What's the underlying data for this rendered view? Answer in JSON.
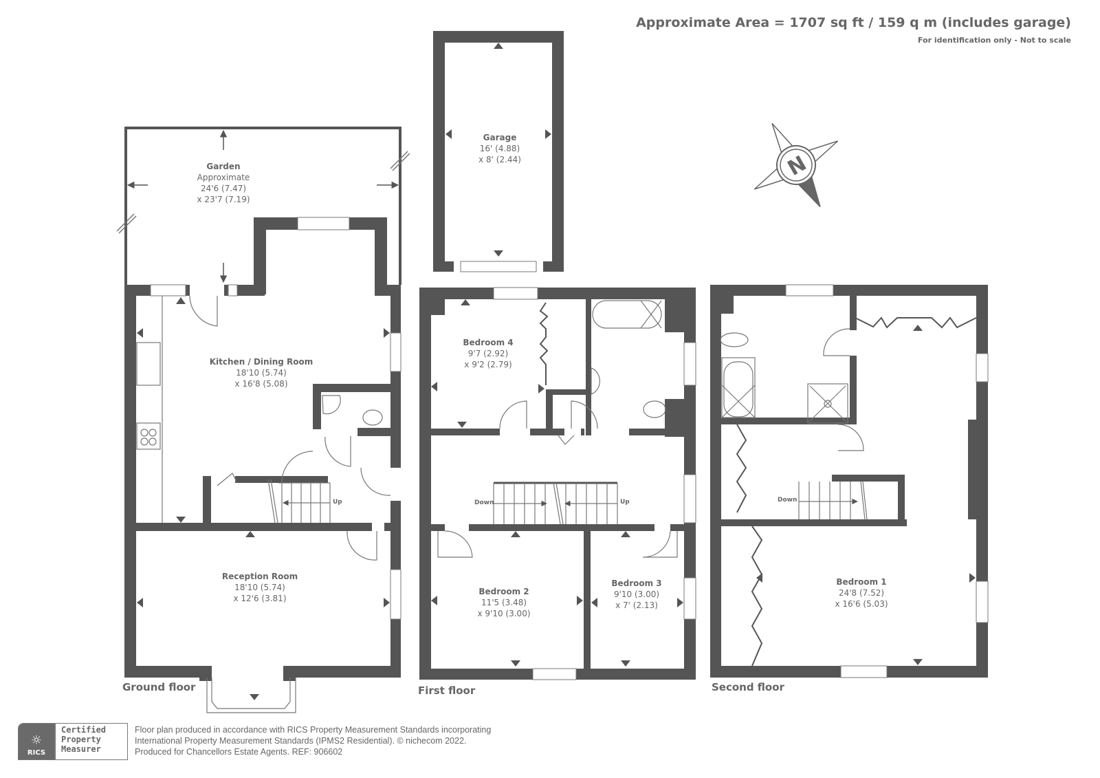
{
  "header": {
    "approx_area": "Approximate Area = 1707  sq ft / 159 q m (includes garage)",
    "disclaimer": "For identification only - Not to scale"
  },
  "compass": {
    "icon": "north-compass-icon",
    "letter": "N"
  },
  "floors": [
    {
      "label": "Ground floor"
    },
    {
      "label": "First floor"
    },
    {
      "label": "Second floor"
    }
  ],
  "rooms": {
    "garden": {
      "name": "Garden",
      "line1": "Approximate",
      "line2": "24'6 (7.47)",
      "line3": "x 23'7 (7.19)"
    },
    "garage": {
      "name": "Garage",
      "line1": "16' (4.88)",
      "line2": "x 8' (2.44)"
    },
    "kitchen": {
      "name": "Kitchen / Dining Room",
      "line1": "18'10 (5.74)",
      "line2": "x 16'8 (5.08)"
    },
    "reception": {
      "name": "Reception Room",
      "line1": "18'10 (5.74)",
      "line2": "x 12'6 (3.81)"
    },
    "bedroom4": {
      "name": "Bedroom 4",
      "line1": "9'7 (2.92)",
      "line2": "x 9'2 (2.79)"
    },
    "bedroom2": {
      "name": "Bedroom 2",
      "line1": "11'5 (3.48)",
      "line2": "x 9'10 (3.00)"
    },
    "bedroom3": {
      "name": "Bedroom 3",
      "line1": "9'10 (3.00)",
      "line2": "x 7' (2.13)"
    },
    "bedroom1": {
      "name": "Bedroom 1",
      "line1": "24'8 (7.52)",
      "line2": "x 16'6 (5.03)"
    }
  },
  "stairs": {
    "ground_up": "Up",
    "first_down": "Down",
    "first_up": "Up",
    "second_down": "Down"
  },
  "badge": {
    "org": "RICS",
    "line1": "Certified",
    "line2": "Property",
    "line3": "Measurer"
  },
  "footer": {
    "line1": "Floor plan produced in accordance with RICS Property Measurement Standards incorporating",
    "line2": "International Property Measurement Standards (IPMS2 Residential).   © nichecom 2022.",
    "line3": "Produced for Chancellors Estate Agents.   REF: 906602"
  },
  "colors": {
    "wall": "#555555",
    "text": "#666666",
    "line": "#777777"
  }
}
